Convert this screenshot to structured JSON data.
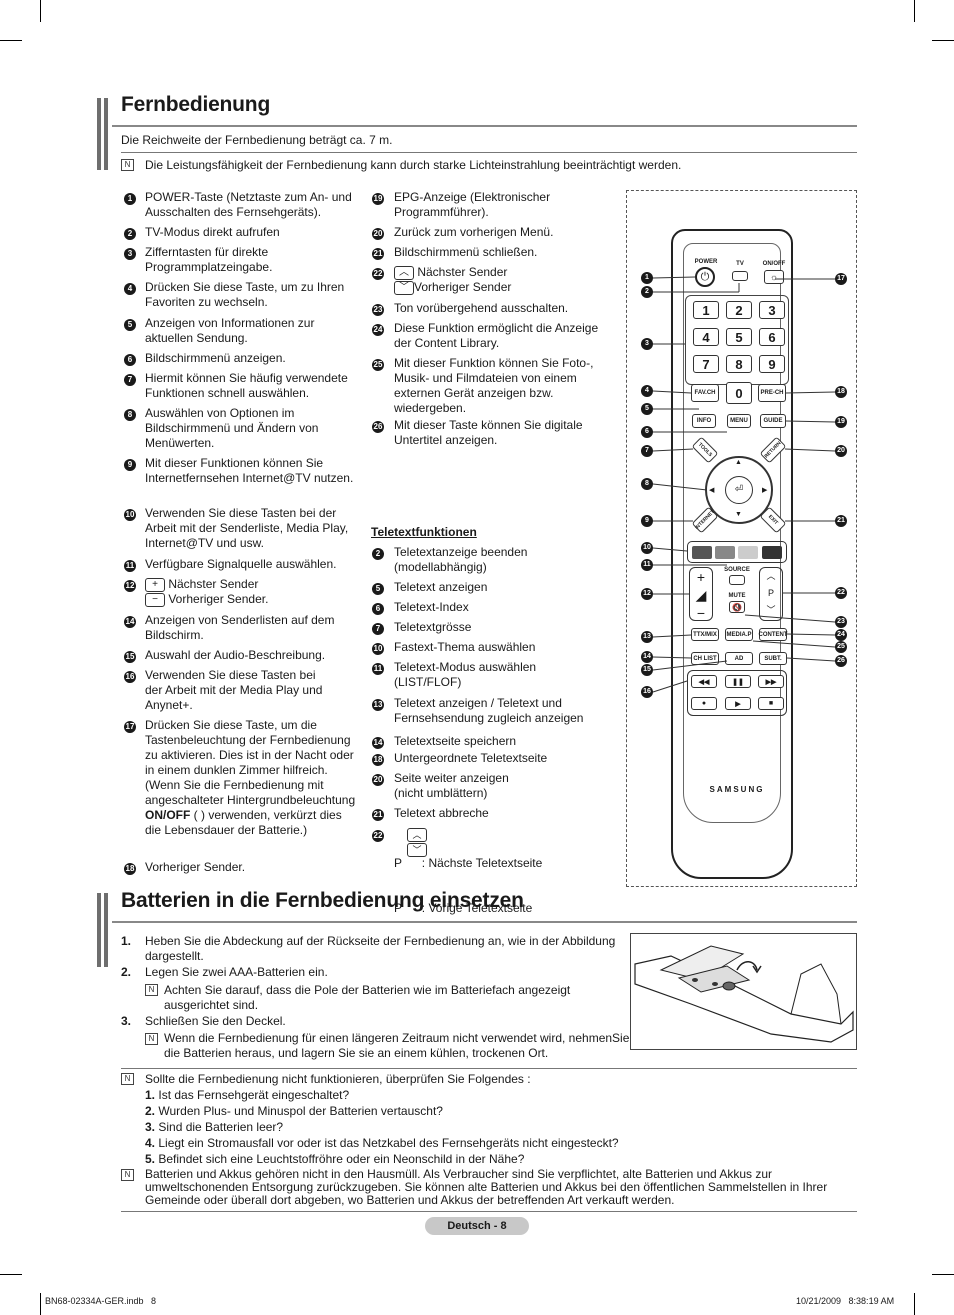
{
  "page": {
    "title": "Fernbedienung",
    "range": "Die Reichweite der Fernbedienung beträgt ca. 7 m.",
    "note": "Die Leistungsfähigkeit der Fernbedienung kann durch starke Lichteinstrahlung beeinträchtigt werden."
  },
  "left_items": [
    {
      "n": "1",
      "t": "POWER-Taste (Netztaste zum An- und Ausschalten des Fernsehgeräts)."
    },
    {
      "n": "2",
      "t": "TV-Modus direkt aufrufen"
    },
    {
      "n": "3",
      "t": "Zifferntasten für direkte Programmplatzeingabe."
    },
    {
      "n": "4",
      "t": "Drücken Sie diese Taste, um zu Ihren Favoriten zu wechseln."
    },
    {
      "n": "5",
      "t": "Anzeigen von Informationen zur aktuellen Sendung."
    },
    {
      "n": "6",
      "t": "Bildschirmmenü anzeigen."
    },
    {
      "n": "7",
      "t": "Hiermit können Sie häufig verwendete Funktionen schnell auswählen."
    },
    {
      "n": "8",
      "t": "Auswählen von Optionen im Bildschirmmenü und Ändern von Menüwerten."
    },
    {
      "n": "9",
      "t": "Mit dieser Funktionen können Sie Internetfernsehen Internet@TV nutzen."
    },
    {
      "n": "10",
      "t": "Verwenden Sie diese Tasten bei der Arbeit mit der Senderliste, Media Play, Internet@TV und usw."
    },
    {
      "n": "11",
      "t": "Verfügbare Signalquelle auswählen."
    },
    {
      "n": "12",
      "a": "Nächster Sender",
      "b": "Vorheriger Sender."
    },
    {
      "n": "14",
      "t": "Anzeigen von Senderlisten auf dem Bildschirm."
    },
    {
      "n": "15",
      "t": "Auswahl der Audio-Beschreibung."
    },
    {
      "n": "16",
      "t": "Verwenden Sie diese Tasten bei der Arbeit mit der Media Play und Anynet+."
    },
    {
      "n": "17",
      "pre": "Drücken Sie diese Taste, um die Tastenbeleuchtung der Fernbedienung zu aktivieren. Dies ist in der Nacht oder in einem dunklen Zimmer hilfreich. (Wenn Sie die Fernbedienung mit angeschalteter Hintergrundbeleuchtung",
      "bold": "ON/OFF",
      "post": "( ) verwenden, verkürzt dies die Lebensdauer der Batterie.)"
    },
    {
      "n": "18",
      "t": "Vorheriger Sender."
    }
  ],
  "mid_items": [
    {
      "n": "19",
      "t": "EPG-Anzeige (Elektronischer Programmführer)."
    },
    {
      "n": "20",
      "t": "Zurück zum vorherigen Menü."
    },
    {
      "n": "21",
      "t": "Bildschirmmenü schließen."
    },
    {
      "n": "22",
      "a": "Nächster Sender",
      "b": "Vorheriger Sender"
    },
    {
      "n": "23",
      "t": "Ton vorübergehend ausschalten."
    },
    {
      "n": "24",
      "t": "Diese Funktion ermöglicht die Anzeige der Content Library."
    },
    {
      "n": "25",
      "t": "Mit dieser Funktion können Sie Foto-, Musik- und Filmdateien von einem externen Gerät anzeigen bzw. wiedergeben."
    },
    {
      "n": "26",
      "t": "Mit dieser Taste können Sie digitale Untertitel anzeigen."
    }
  ],
  "teletext": {
    "title": "Teletextfunktionen",
    "items": [
      {
        "n": "2",
        "t": "Teletextanzeige beenden (modellabhängig)"
      },
      {
        "n": "5",
        "t": "Teletext anzeigen"
      },
      {
        "n": "6",
        "t": "Teletext-Index"
      },
      {
        "n": "7",
        "t": "Teletextgrösse"
      },
      {
        "n": "10",
        "t": "Fastext-Thema auswählen"
      },
      {
        "n": "11",
        "t": "Teletext-Modus auswählen (LIST/FLOF)"
      },
      {
        "n": "13",
        "t": "Teletext anzeigen / Teletext und Fernsehsendung zugleich anzeigen"
      },
      {
        "n": "14",
        "t": "Teletextseite speichern"
      },
      {
        "n": "18",
        "t": "Untergeordnete Teletextseite"
      },
      {
        "n": "20",
        "t": "Seite weiter anzeigen (nicht umblättern)"
      },
      {
        "n": "21",
        "t": "Teletext abbreche"
      },
      {
        "n": "22",
        "a": "P      : Nächste Teletextseite",
        "b": "P      : Vorige Teletextseite"
      }
    ]
  },
  "remote": {
    "power": "POWER",
    "tv": "TV",
    "onoff": "ON/OFF",
    "digits": [
      "1",
      "2",
      "3",
      "4",
      "5",
      "6",
      "7",
      "8",
      "9",
      "0"
    ],
    "favch": "FAV.CH",
    "prech": "PRE-CH",
    "info": "INFO",
    "menu": "MENU",
    "guide": "GUIDE",
    "tools": "TOOLS",
    "return": "RETURN",
    "internet": "INTERNET",
    "exit": "EXIT",
    "source": "SOURCE",
    "mute": "MUTE",
    "p": "P",
    "ttx": "TTX/MIX",
    "media": "MEDIA.P",
    "content": "CONTENT",
    "chlist": "CH LIST",
    "ad": "AD",
    "subt": "SUBT.",
    "brand": "SAMSUNG"
  },
  "battery": {
    "title": "Batterien in die Fernbedienung einsetzen",
    "s1n": "1.",
    "s1": "Heben Sie die Abdeckung auf der Rückseite der Fernbedienung an, wie in der Abbildung dargestellt.",
    "s2n": "2.",
    "s2": "Legen Sie zwei AAA-Batterien ein.",
    "s2note": "Achten Sie darauf, dass die Pole der Batterien wie im Batteriefach angezeigt ausgerichtet sind.",
    "s3n": "3.",
    "s3": "Schließen Sie den Deckel.",
    "s3note": "Wenn die Fernbedienung für einen längeren Zeitraum nicht verwendet wird, nehmenSie die Batterien heraus, und lagern Sie sie an einem kühlen, trockenen Ort."
  },
  "check": {
    "intro": "Sollte die Fernbedienung nicht funktionieren, überprüfen Sie Folgendes :",
    "items": [
      {
        "n": "1.",
        "t": "Ist das Fernsehgerät eingeschaltet?"
      },
      {
        "n": "2.",
        "t": "Wurden Plus- und Minuspol der Batterien vertauscht?"
      },
      {
        "n": "3.",
        "t": "Sind die Batterien leer?"
      },
      {
        "n": "4.",
        "t": "Liegt ein Stromausfall vor oder ist das Netzkabel des Fernsehgeräts nicht eingesteckt?"
      },
      {
        "n": "5.",
        "t": "Befindet sich eine Leuchtstoffröhre oder ein Neonschild in der Nähe?"
      }
    ],
    "disposal": "Batterien und Akkus gehören nicht in den Hausmüll. Als Verbraucher sind Sie verpflichtet, alte Batterien und Akkus zur umweltschonenden Entsorgung zurückzugeben. Sie können alte Batterien und Akkus bei den öffentlichen Sammelstellen in Ihrer Gemeinde oder überall dort abgeben, wo Batterien und Akkus der betreffenden Art verkauft werden."
  },
  "footer": {
    "page": "Deutsch - 8",
    "file": "BN68-02334A-GER.indb   8",
    "date": "10/21/2009   8:38:19 AM"
  }
}
